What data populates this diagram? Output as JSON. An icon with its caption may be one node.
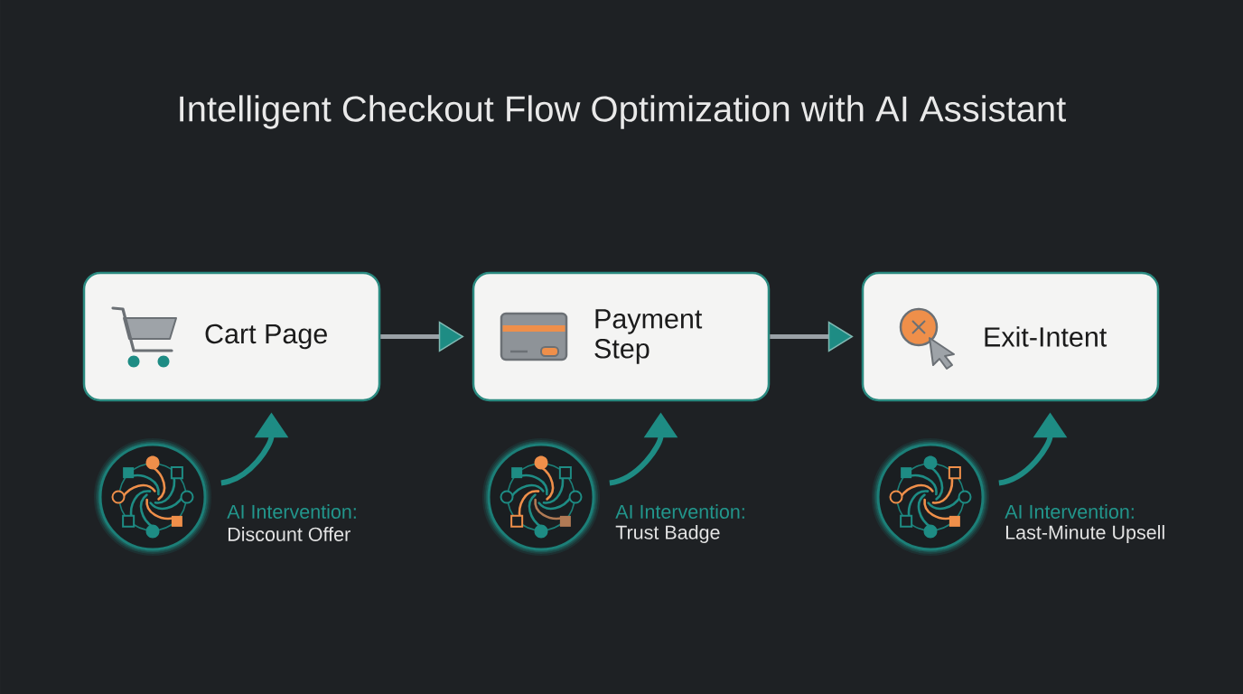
{
  "diagram": {
    "title": "Intelligent Checkout Flow Optimization with AI Assistant",
    "nodes": [
      {
        "text": [
          "Cart Page"
        ]
      },
      {
        "text": [
          "Payment Step"
        ]
      },
      {
        "text": [
          "Exit-Intent"
        ]
      },
      {
        "text": [],
        "shape": "circle",
        "beside": [
          "AI Intervention:",
          "Discount Offer"
        ]
      },
      {
        "text": [],
        "shape": "circle",
        "beside": [
          "AI Intervention:",
          "Trust Badge"
        ]
      },
      {
        "text": [],
        "shape": "circle",
        "beside": [
          "AI Intervention:",
          "Last-Minute Upsell"
        ]
      }
    ],
    "edges": [
      {
        "from": 0,
        "to": 1,
        "arrow": "to",
        "color": "#9aa1a6"
      },
      {
        "from": 1,
        "to": 2,
        "arrow": "to",
        "color": "#9aa1a6"
      },
      {
        "from": 3,
        "to": 0,
        "arrow": "to"
      },
      {
        "from": 4,
        "to": 1,
        "arrow": "to"
      },
      {
        "from": 5,
        "to": 2,
        "arrow": "to"
      }
    ]
  }
}
